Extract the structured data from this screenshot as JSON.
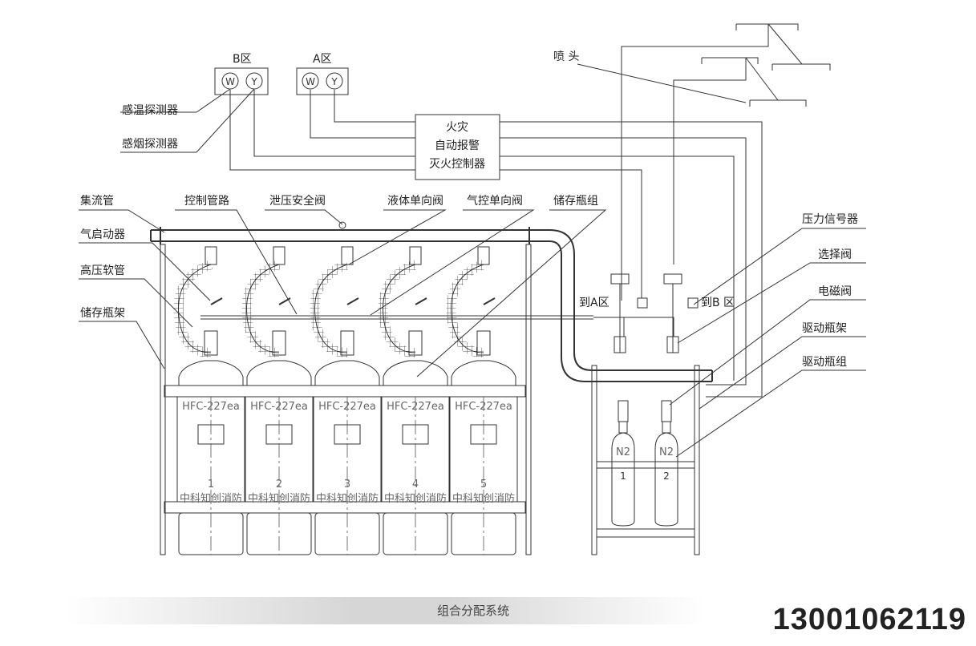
{
  "labels": {
    "zone_b": "B区",
    "zone_a": "A区",
    "heat_detector": "感温探测器",
    "smoke_detector": "感烟探测器",
    "controller_line1": "火灾",
    "controller_line2": "自动报警",
    "controller_line3": "灭火控制器",
    "nozzle": "喷 头",
    "manifold": "集流管",
    "control_pipe": "控制管路",
    "relief_valve": "泄压安全阀",
    "liquid_check_valve": "液体单向阀",
    "gas_check_valve": "气控单向阀",
    "storage_group": "储存瓶组",
    "gas_actuator": "气启动器",
    "hp_hose": "高压软管",
    "storage_rack": "储存瓶架",
    "pressure_switch": "压力信号器",
    "selector_valve": "选择阀",
    "solenoid_valve": "电磁阀",
    "drive_rack": "驱动瓶架",
    "drive_group": "驱动瓶组",
    "to_a": "到A区",
    "to_b": "到B 区",
    "detector_w": "W",
    "detector_y": "Y"
  },
  "tanks": [
    {
      "agent": "HFC-227ea",
      "number": "1",
      "brand": "中科知创消防"
    },
    {
      "agent": "HFC-227ea",
      "number": "2",
      "brand": "中科知创消防"
    },
    {
      "agent": "HFC-227ea",
      "number": "3",
      "brand": "中科知创消防"
    },
    {
      "agent": "HFC-227ea",
      "number": "4",
      "brand": "中科知创消防"
    },
    {
      "agent": "HFC-227ea",
      "number": "5",
      "brand": "中科知创消防"
    }
  ],
  "drive_bottles": [
    {
      "gas": "N2",
      "number": "1"
    },
    {
      "gas": "N2",
      "number": "2"
    }
  ],
  "footer": {
    "title": "组合分配系统",
    "phone": "13001062119"
  }
}
